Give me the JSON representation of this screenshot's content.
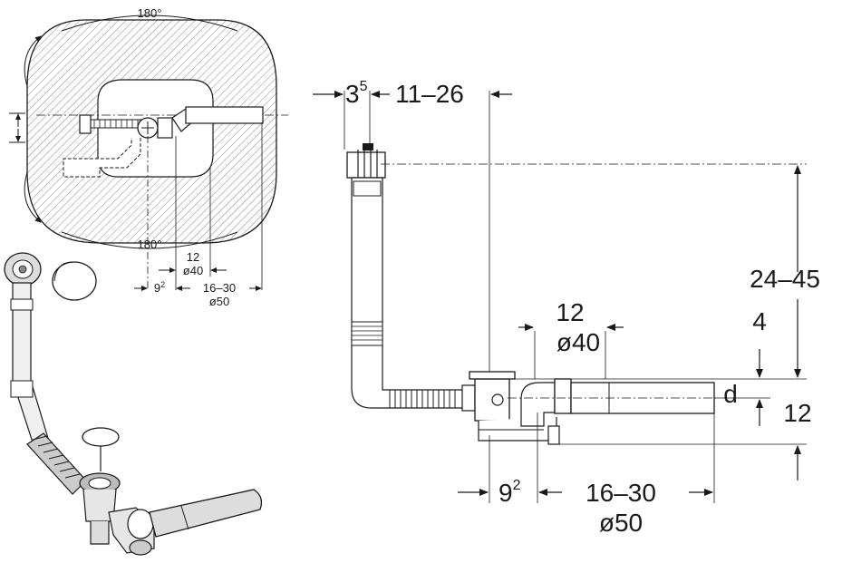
{
  "top_view": {
    "angle_top": "180°",
    "angle_bottom": "180°",
    "dim_12": "12",
    "dim_d40": "ø40",
    "dim_9": "9",
    "dim_9_sup": "2",
    "dim_16_30": "16–30",
    "dim_d50": "ø50"
  },
  "side_view": {
    "dim_3": "3",
    "dim_3_sup": "5",
    "dim_11_26": "11–26",
    "dim_24_45": "24–45",
    "dim_12": "12",
    "dim_d40": "ø40",
    "dim_4": "4",
    "dim_d": "d",
    "dim_12b": "12",
    "dim_9": "9",
    "dim_9_sup": "2",
    "dim_16_30": "16–30",
    "dim_d50": "ø50"
  },
  "colors": {
    "line": "#1a1a1a",
    "hatch": "#888888",
    "fill_light": "#f2f2f2",
    "pipe_fill": "#e6e6e6"
  }
}
